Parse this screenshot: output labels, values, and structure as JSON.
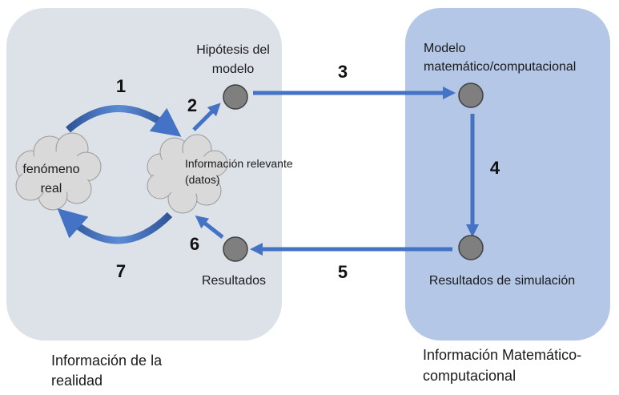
{
  "colors": {
    "reality_bg": "#dde2e9",
    "math_bg": "#b4c7e7",
    "arrow": "#4472c4",
    "arrow_edge": "#2f5597",
    "node": "#7f7f7f",
    "cloud": "#d9d9d9"
  },
  "regions": {
    "reality": {
      "caption_line1": "Información de la",
      "caption_line2": "realidad"
    },
    "math": {
      "caption_line1": "Información Matemático-",
      "caption_line2": "computacional"
    }
  },
  "nodes": {
    "hipotesis": {
      "line1": "Hipótesis del",
      "line2": "modelo"
    },
    "modelo": {
      "line1": "Modelo",
      "line2": "matemático/computacional"
    },
    "resultados_sim": {
      "label": "Resultados de simulación"
    },
    "resultados": {
      "label": "Resultados"
    }
  },
  "clouds": {
    "fenomeno": {
      "line1": "fenómeno",
      "line2": "real"
    },
    "informacion": {
      "line1": "Información relevante",
      "line2": "(datos)"
    }
  },
  "steps": [
    "1",
    "2",
    "3",
    "4",
    "5",
    "6",
    "7"
  ]
}
